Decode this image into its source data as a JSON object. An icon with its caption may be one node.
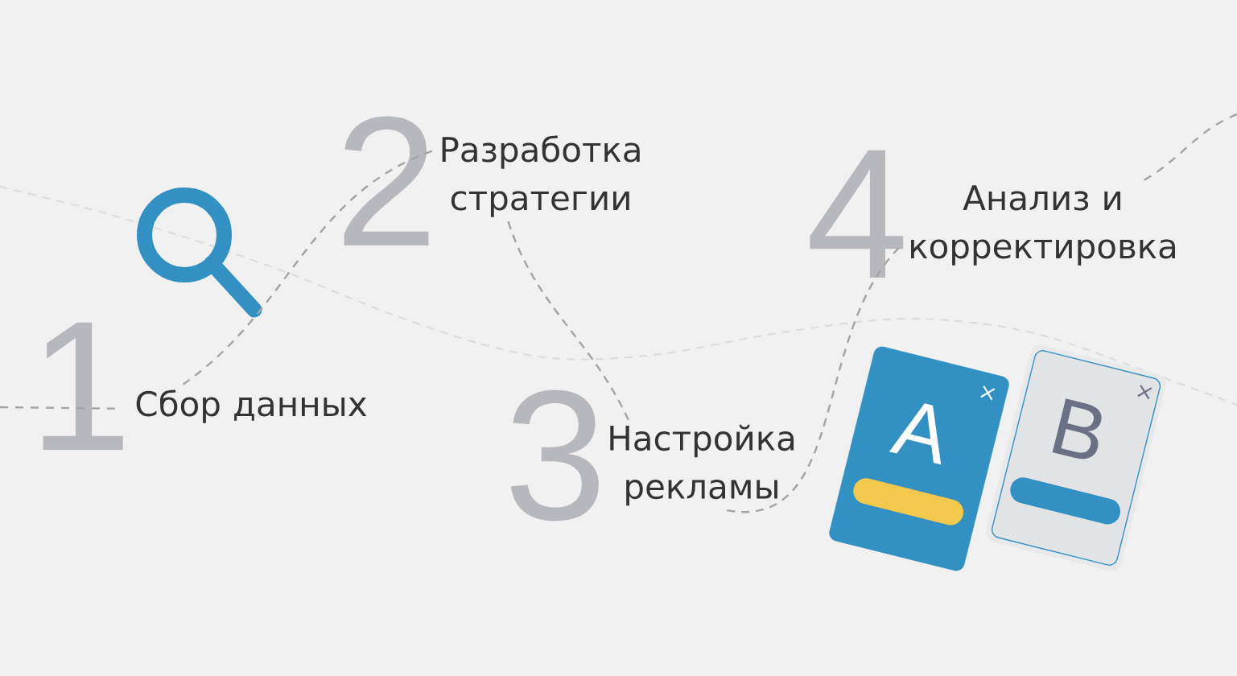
{
  "diagram": {
    "nodes": [
      {
        "text": [
          "Сбор данных"
        ],
        "beside": [
          "1"
        ]
      },
      {
        "text": [
          "Разработка стратегии"
        ],
        "beside": [
          "2"
        ]
      },
      {
        "text": [
          "Настройка рекламы"
        ],
        "beside": [
          "3"
        ]
      },
      {
        "text": [
          "Анализ и корректировка"
        ],
        "beside": [
          "4"
        ]
      },
      {
        "text": [
          "A"
        ]
      },
      {
        "text": [
          "B"
        ]
      }
    ],
    "edges": [
      {
        "from": null,
        "to": 0,
        "arrow": "none",
        "style": "dashed"
      },
      {
        "from": 0,
        "to": 1,
        "arrow": "none",
        "style": "dashed"
      },
      {
        "from": 1,
        "to": 2,
        "arrow": "none",
        "style": "dashed"
      },
      {
        "from": 2,
        "to": 3,
        "arrow": "none",
        "style": "dashed"
      },
      {
        "from": 3,
        "to": null,
        "arrow": "none",
        "style": "dashed"
      }
    ]
  }
}
